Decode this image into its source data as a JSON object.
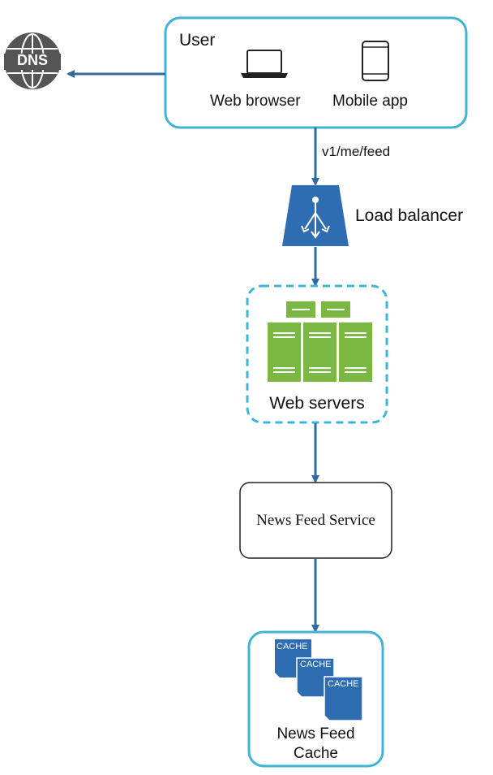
{
  "user": {
    "title": "User",
    "web_browser": "Web browser",
    "mobile_app": "Mobile app"
  },
  "dns": {
    "label": "DNS"
  },
  "edge_label": "v1/me/feed",
  "load_balancer": {
    "label": "Load balancer"
  },
  "web_servers": {
    "label": "Web servers"
  },
  "news_feed_service": {
    "label": "News Feed Service"
  },
  "cache": {
    "line1": "News Feed",
    "line2": "Cache",
    "icon_labels": [
      "CACHE",
      "CACHE",
      "CACHE"
    ]
  },
  "colors": {
    "box_border": "#3fb5d6",
    "arrow": "#2f6aa3",
    "lb_fill": "#2f6db3",
    "server_fill": "#7ab843",
    "cache_fill": "#2f6db3",
    "dns_fill": "#555555"
  }
}
